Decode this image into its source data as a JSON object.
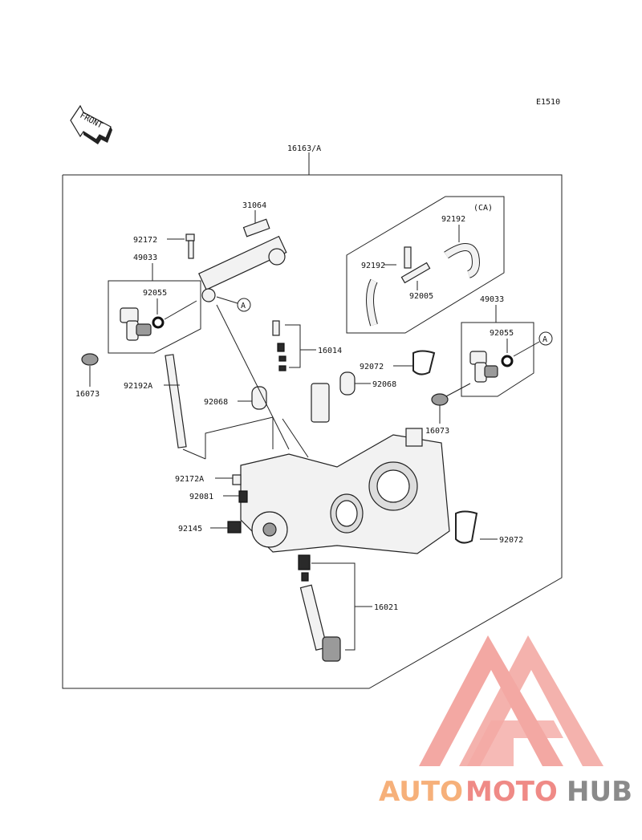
{
  "figure_code": "E1510",
  "front_label": "FRONT",
  "assembly_label": "16163/A",
  "subgroup_label": "(CA)",
  "callout_marker": "A",
  "labels": {
    "p31064": "31064",
    "p92172": "92172",
    "p49033_left": "49033",
    "p92055_left": "92055",
    "p16073_left": "16073",
    "p92192A": "92192A",
    "p92068_left": "92068",
    "p92172A": "92172A",
    "p92081": "92081",
    "p92145": "92145",
    "p16014": "16014",
    "p92072_top": "92072",
    "p92068_right": "92068",
    "p49033_right": "49033",
    "p92055_right": "92055",
    "p16073_right": "16073",
    "p92192_left": "92192",
    "p92192_right": "92192",
    "p92005": "92005",
    "p92072_bottom": "92072",
    "p16021": "16021"
  },
  "watermark": {
    "part1": "AUTO",
    "part2": "MOTO",
    "part3": "HUB",
    "color_auto": "#f6b07a",
    "color_moto": "#ef8a86",
    "color_hub": "#8a8a8a",
    "color_logo": "#f19a94"
  }
}
